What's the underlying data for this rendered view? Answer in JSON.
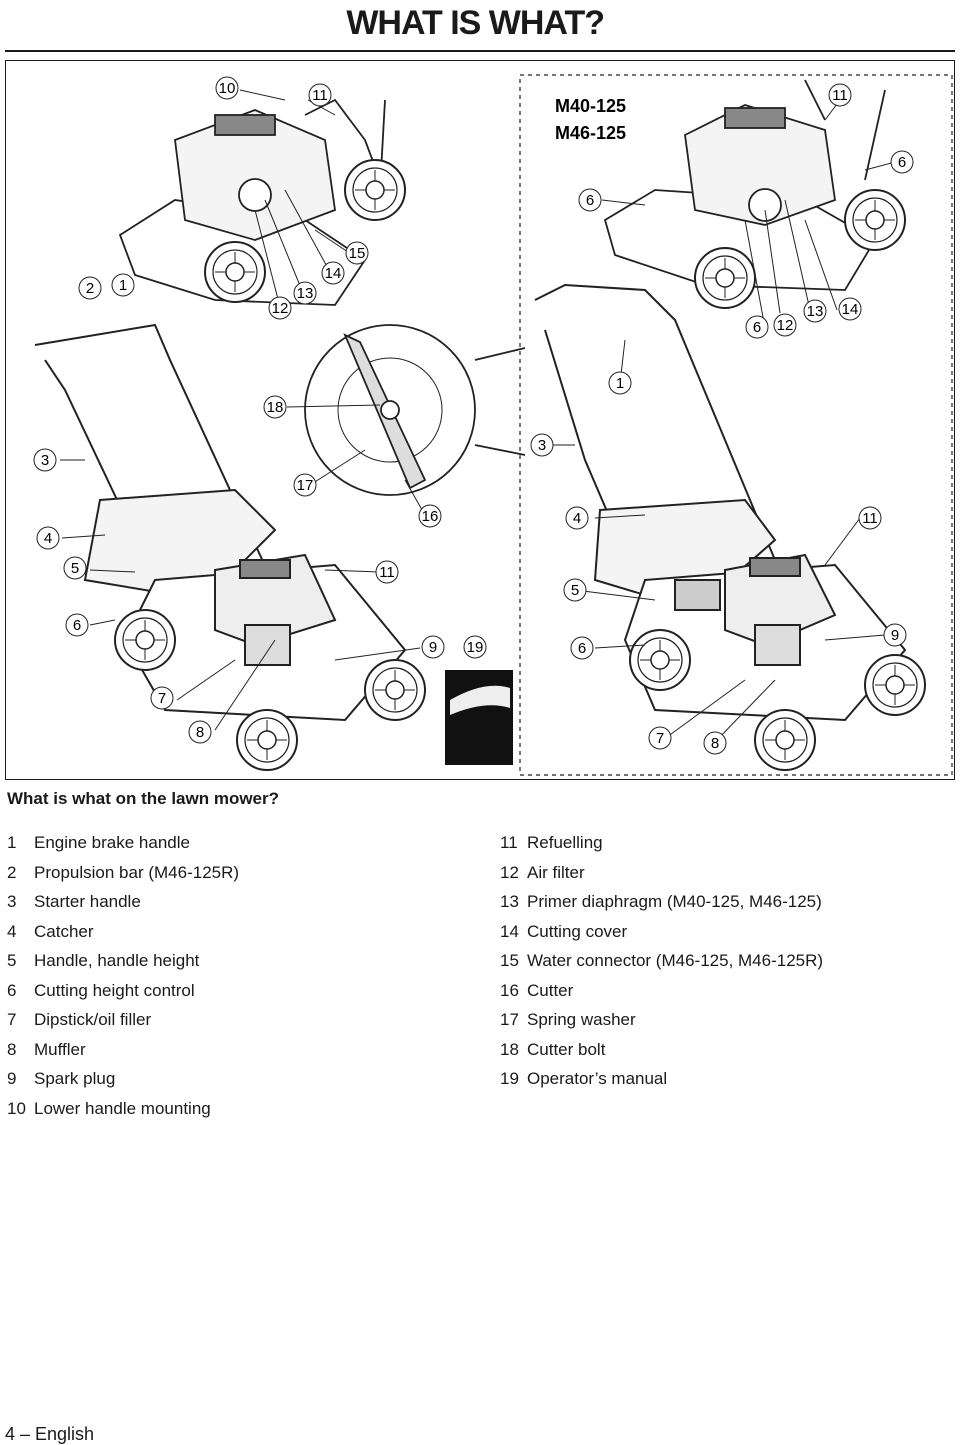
{
  "header": {
    "title": "WHAT IS WHAT?"
  },
  "figure": {
    "models": [
      "M40-125",
      "M46-125"
    ],
    "callouts": {
      "c10a": "10",
      "c11a": "11",
      "c15": "15",
      "c14a": "14",
      "c13a": "13",
      "c12a": "12",
      "c2": "2",
      "c1a": "1",
      "c18": "18",
      "c17": "17",
      "c16": "16",
      "c3a": "3",
      "c4a": "4",
      "c5a": "5",
      "c6a": "6",
      "c7a": "7",
      "c8a": "8",
      "c11b": "11",
      "c9a": "9",
      "c19": "19",
      "c11c": "11",
      "c6b": "6",
      "c6c": "6",
      "c6d": "6",
      "c12b": "12",
      "c13b": "13",
      "c14b": "14",
      "c1b": "1",
      "c3b": "3",
      "c4b": "4",
      "c11d": "11",
      "c5b": "5",
      "c6e": "6",
      "c9b": "9",
      "c7b": "7",
      "c8b": "8"
    }
  },
  "section": {
    "heading": "What is what on the lawn mower?"
  },
  "legend": [
    {
      "num": "1",
      "label": "Engine brake handle"
    },
    {
      "num": "2",
      "label": "Propulsion bar (M46-125R)"
    },
    {
      "num": "3",
      "label": "Starter handle"
    },
    {
      "num": "4",
      "label": "Catcher"
    },
    {
      "num": "5",
      "label": "Handle, handle height"
    },
    {
      "num": "6",
      "label": "Cutting height control"
    },
    {
      "num": "7",
      "label": "Dipstick/oil filler"
    },
    {
      "num": "8",
      "label": "Muffler"
    },
    {
      "num": "9",
      "label": "Spark plug"
    },
    {
      "num": "10",
      "label": "Lower handle mounting"
    },
    {
      "num": "11",
      "label": "Refuelling"
    },
    {
      "num": "12",
      "label": "Air filter"
    },
    {
      "num": "13",
      "label": "Primer diaphragm (M40-125, M46-125)"
    },
    {
      "num": "14",
      "label": "Cutting cover"
    },
    {
      "num": "15",
      "label": "Water connector (M46-125, M46-125R)"
    },
    {
      "num": "16",
      "label": "Cutter"
    },
    {
      "num": "17",
      "label": "Spring washer"
    },
    {
      "num": "18",
      "label": "Cutter bolt"
    },
    {
      "num": "19",
      "label": "Operator’s manual"
    }
  ],
  "footer": {
    "page_label": "4 – English"
  }
}
